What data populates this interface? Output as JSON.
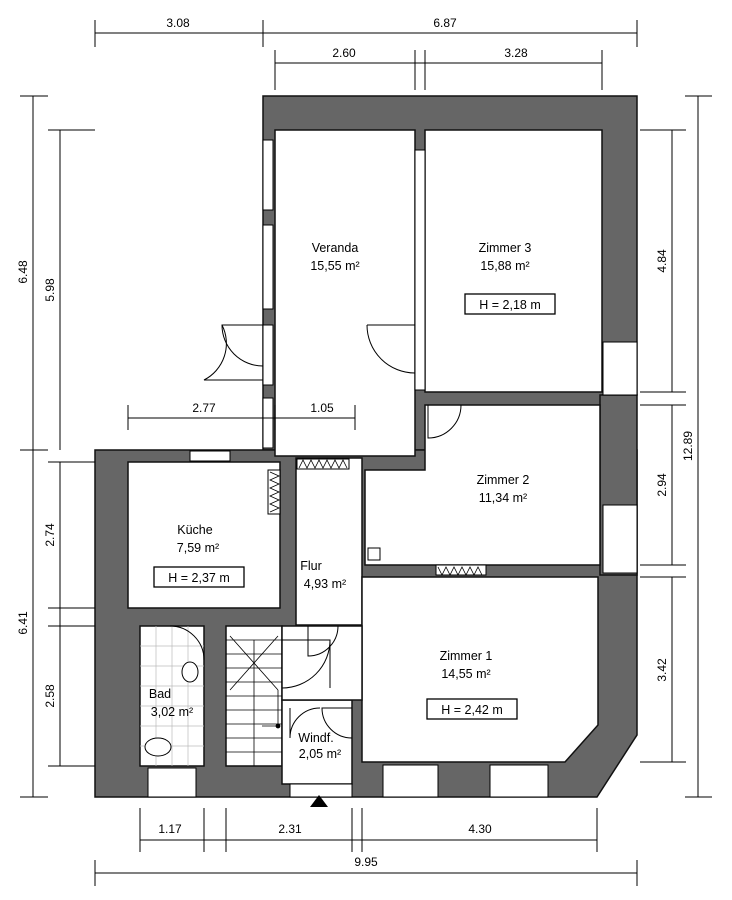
{
  "rooms": {
    "veranda": {
      "name": "Veranda",
      "area": "15,55 m²"
    },
    "zimmer3": {
      "name": "Zimmer 3",
      "area": "15,88 m²",
      "height": "H = 2,18 m"
    },
    "zimmer2": {
      "name": "Zimmer 2",
      "area": "11,34 m²"
    },
    "kueche": {
      "name": "Küche",
      "area": "7,59 m²",
      "height": "H = 2,37 m"
    },
    "flur": {
      "name": "Flur",
      "area": "4,93 m²"
    },
    "zimmer1": {
      "name": "Zimmer 1",
      "area": "14,55 m²",
      "height": "H = 2,42 m"
    },
    "bad": {
      "name": "Bad",
      "area": "3,02 m²"
    },
    "windf": {
      "name": "Windf.",
      "area": "2,05 m²"
    }
  },
  "dimensions": {
    "top_left": "3.08",
    "top_right": "6.87",
    "top_inner_left": "2.60",
    "top_inner_right": "3.28",
    "left_outer_upper": "6.48",
    "left_inner_upper": "5.98",
    "left_outer_lower": "6.41",
    "left_inner_mid": "2.74",
    "left_inner_low": "2.58",
    "right_upper": "4.84",
    "right_mid": "2.94",
    "right_low": "3.42",
    "right_total": "12.89",
    "veranda_left": "2.77",
    "veranda_right": "1.05",
    "bottom_1": "1.17",
    "bottom_2": "2.31",
    "bottom_3": "4.30",
    "bottom_total": "9.95"
  }
}
